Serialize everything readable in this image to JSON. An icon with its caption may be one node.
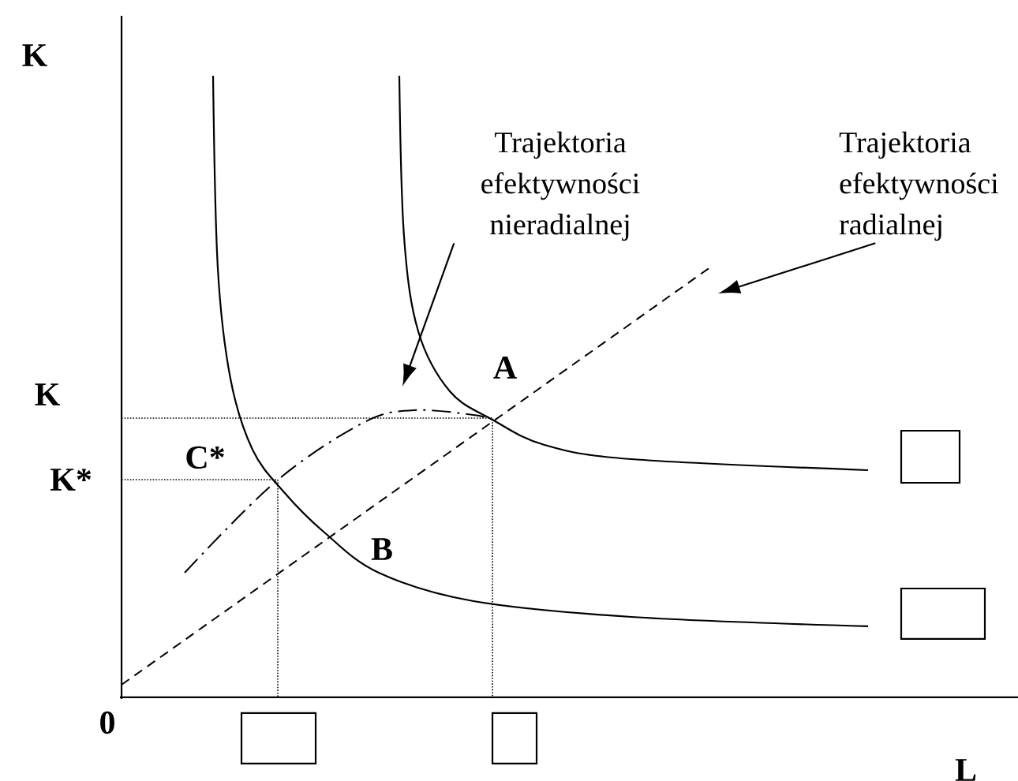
{
  "diagram": {
    "nodes": [
      {
        "text": [
          "Trajektoria efektywności nieradialnej"
        ]
      },
      {
        "text": [
          "Trajektoria efektywności radialnej"
        ]
      },
      {
        "text": [],
        "shape": "box"
      },
      {
        "text": [],
        "shape": "box"
      },
      {
        "text": [],
        "shape": "box"
      },
      {
        "text": [],
        "shape": "box"
      }
    ],
    "edges": [
      {
        "from": 0,
        "to": null,
        "arrow": "to"
      },
      {
        "from": 1,
        "to": null,
        "arrow": "to"
      }
    ],
    "labels": [
      "K",
      "A",
      "K",
      "C*",
      "K*",
      "B",
      "0",
      "L"
    ]
  }
}
